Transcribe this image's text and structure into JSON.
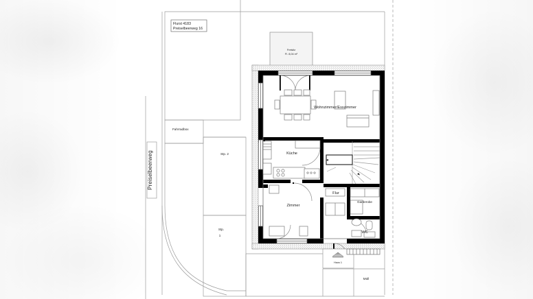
{
  "document": {
    "type": "architectural-floor-plan",
    "language": "de",
    "background_color": "#ffffff",
    "line_color": "#1b1b1b",
    "wall_fill": "#000000",
    "hatch_color": "#9a9a9a",
    "text_color": "#1b1b1b"
  },
  "title_block": {
    "line1": "Flurst 4183",
    "line2": "Preiselbeerweg 16"
  },
  "street": {
    "label": "Preiselbeerweg"
  },
  "site": {
    "parking": [
      {
        "id": "stp2",
        "label": "Stp. 2"
      },
      {
        "id": "stp1",
        "label_line1": "Stp.",
        "label_line2": "1"
      }
    ],
    "bike_box": {
      "label": "Fahrradbox"
    },
    "waste": {
      "label": "Müll"
    },
    "entrance": {
      "label": "Haus 1"
    }
  },
  "outdoor": {
    "terrace": {
      "label": "Freisitz",
      "area_label": "Fl. 8,04 m²"
    }
  },
  "rooms": [
    {
      "id": "wohnzimmer",
      "label": "Wohnzimmer/Esszimmer"
    },
    {
      "id": "kueche",
      "label": "Küche"
    },
    {
      "id": "zimmer",
      "label": "Zimmer"
    },
    {
      "id": "flur",
      "label": "Flur"
    },
    {
      "id": "garderobe",
      "label": "Garderobe"
    },
    {
      "id": "wc",
      "label": "WC"
    }
  ]
}
